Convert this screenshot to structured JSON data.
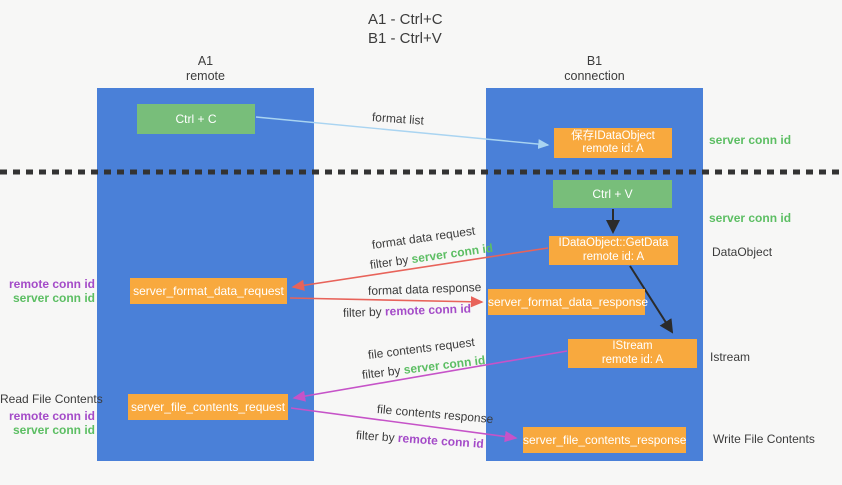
{
  "title": {
    "line1": "A1 - Ctrl+C",
    "line2": "B1 - Ctrl+V"
  },
  "lanes": {
    "left": {
      "name": "A1",
      "role": "remote"
    },
    "right": {
      "name": "B1",
      "role": "connection"
    }
  },
  "nodes": {
    "ctrl_c": {
      "label": "Ctrl + C"
    },
    "ctrl_v": {
      "label": "Ctrl + V"
    },
    "save_idataobject": {
      "line1": "保存IDataObject",
      "line2": "remote id: A"
    },
    "getdata": {
      "line1": "IDataObject::GetData",
      "line2": "remote id: A"
    },
    "istream": {
      "line1": "IStream",
      "line2": "remote id: A"
    },
    "format_request": {
      "label": "server_format_data_request"
    },
    "format_response": {
      "label": "server_format_data_response"
    },
    "file_request": {
      "label": "server_file_contents_request"
    },
    "file_response": {
      "label": "server_file_contents_response"
    }
  },
  "flow_labels": {
    "format_list": "format list",
    "format_data_request": "format data request",
    "format_data_response": "format data response",
    "file_contents_request": "file contents request",
    "file_contents_response": "file contents response",
    "filter_by": "filter by",
    "server_conn_id": "server conn id",
    "remote_conn_id": "remote conn id"
  },
  "side_labels": {
    "server_conn_id_top": "server conn id",
    "server_conn_id_mid": "server conn id",
    "dataobject": "DataObject",
    "istream": "Istream",
    "write_file_contents": "Write File Contents",
    "read_file_contents": "Read File Contents",
    "remote_conn_id_1": "remote conn id",
    "server_conn_id_1": "server conn id",
    "remote_conn_id_2": "remote conn id",
    "server_conn_id_2": "server conn id"
  },
  "colors": {
    "lane_blue": "#4A80D8",
    "box_orange": "#F8A93E",
    "box_green": "#78BE7A",
    "text_green": "#5CBE63",
    "text_purple": "#A44BC8",
    "arrow_red": "#E8635A",
    "arrow_magenta": "#C653C8",
    "arrow_lightblue": "#A9D4F1",
    "arrow_black": "#2B2B2B"
  }
}
